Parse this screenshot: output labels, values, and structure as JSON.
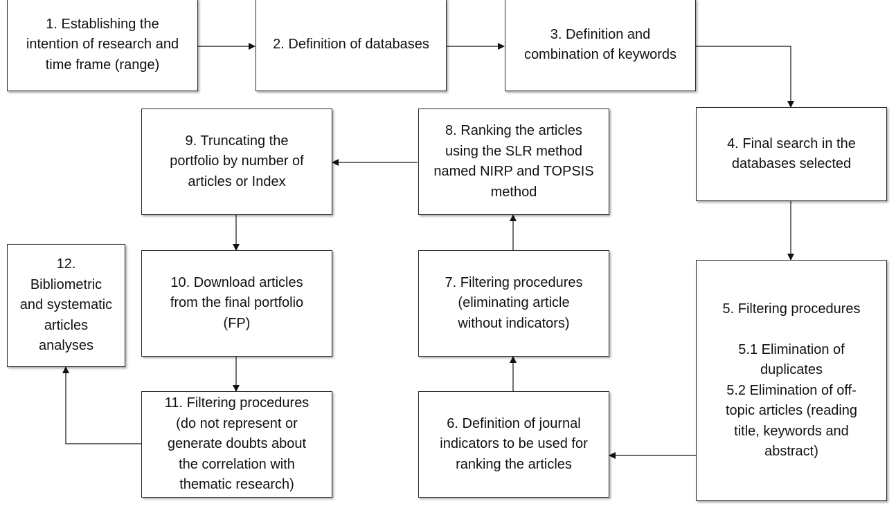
{
  "steps": [
    {
      "id": "s1",
      "text": "1. Establishing the\nintention of research and\ntime frame (range)"
    },
    {
      "id": "s2",
      "text": "2. Definition of databases"
    },
    {
      "id": "s3",
      "text": "3. Definition and\ncombination of keywords"
    },
    {
      "id": "s4",
      "text": "4. Final search in the\ndatabases selected"
    },
    {
      "id": "s5",
      "text": "5. Filtering procedures\n\n5.1 Elimination of\nduplicates\n5.2 Elimination of off-\ntopic articles (reading\ntitle, keywords and\nabstract)"
    },
    {
      "id": "s6",
      "text": "6. Definition of journal\nindicators to be used for\nranking the articles"
    },
    {
      "id": "s7",
      "text": "7. Filtering procedures\n(eliminating article\nwithout indicators)"
    },
    {
      "id": "s8",
      "text": "8. Ranking the articles\nusing  the SLR method\nnamed NIRP and TOPSIS\nmethod"
    },
    {
      "id": "s9",
      "text": "9. Truncating the\nportfolio by number of\narticles or Index"
    },
    {
      "id": "s10",
      "text": "10. Download articles\nfrom the final portfolio\n(FP)"
    },
    {
      "id": "s11",
      "text": "11. Filtering procedures\n(do not represent or\ngenerate doubts about\nthe correlation with\nthematic research)"
    },
    {
      "id": "s12",
      "text": "12.\nBibliometric\nand systematic\narticles\nanalyses"
    }
  ],
  "colors": {
    "stroke": "#2a2a2a",
    "text": "#111111",
    "background": "#ffffff"
  }
}
